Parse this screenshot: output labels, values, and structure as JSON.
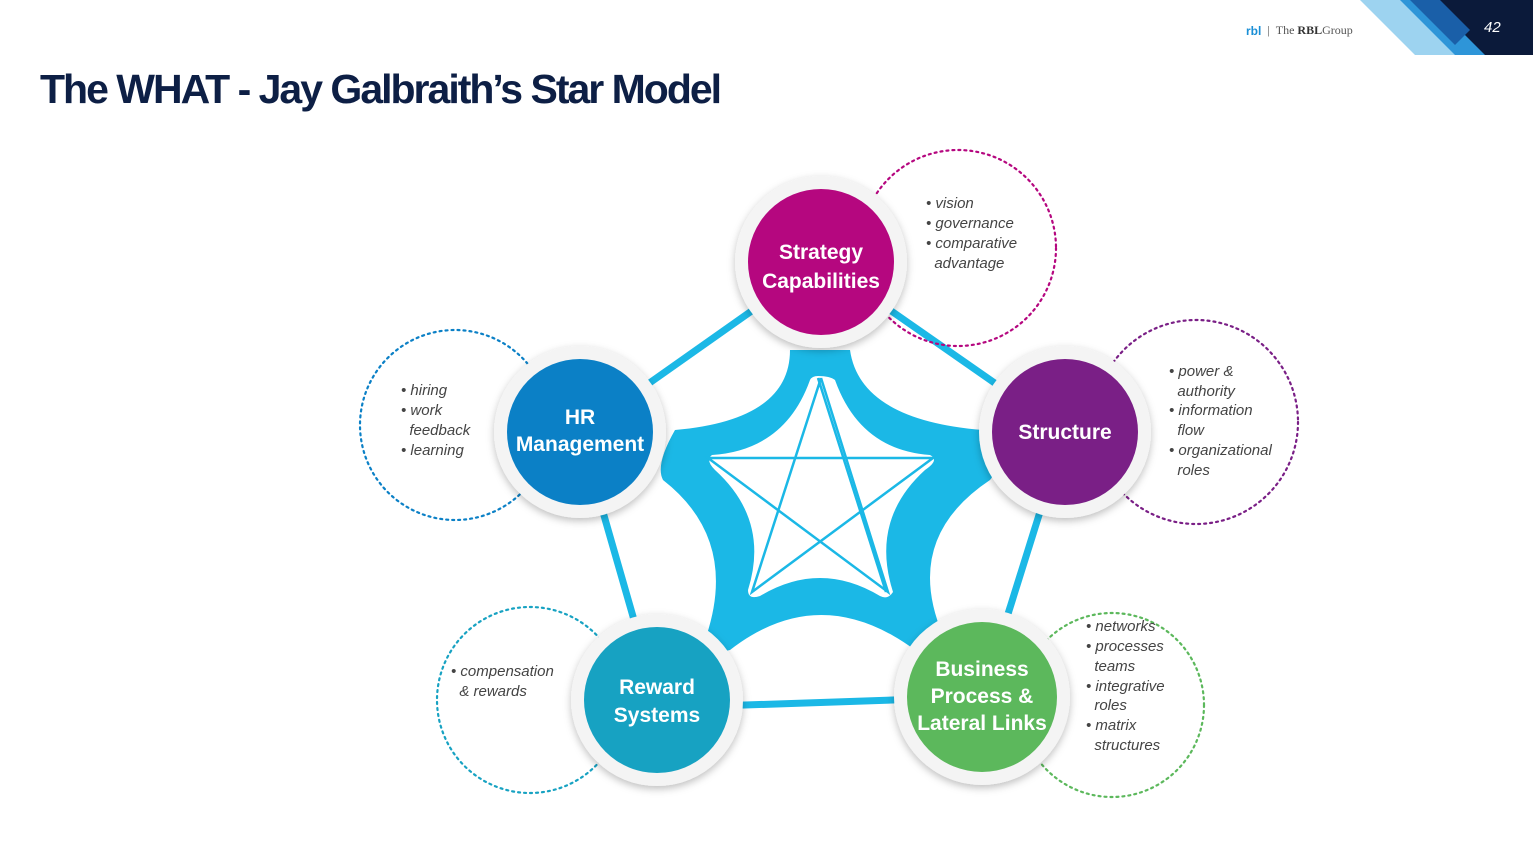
{
  "header": {
    "logo_text": "rbl",
    "brand_prefix": "The",
    "brand_bold": "RBL",
    "brand_suffix": "Group",
    "page_number": "42"
  },
  "title": "The WHAT - Jay Galbraith’s Star Model",
  "colors": {
    "strategy": "#b5077f",
    "structure": "#7a1f86",
    "business": "#5cb85c",
    "reward": "#17a2c2",
    "hr": "#0b80c6",
    "connector": "#1bb8e6",
    "title": "#0d1f45"
  },
  "nodes": {
    "strategy": {
      "lines": [
        "Strategy",
        "Capabilities"
      ],
      "bullets": [
        "• vision",
        "• governance",
        "• comparative",
        "  advantage"
      ]
    },
    "structure": {
      "lines": [
        "Structure"
      ],
      "bullets": [
        "• power &",
        "  authority",
        "• information",
        "  flow",
        "• organizational",
        "  roles"
      ]
    },
    "business": {
      "lines": [
        "Business",
        "Process &",
        "Lateral Links"
      ],
      "bullets": [
        "• networks",
        "• processes",
        "  teams",
        "• integrative",
        "  roles",
        "• matrix",
        "  structures"
      ]
    },
    "reward": {
      "lines": [
        "Reward",
        "Systems"
      ],
      "bullets": [
        "• compensation",
        "  & rewards"
      ]
    },
    "hr": {
      "lines": [
        "HR",
        "Management"
      ],
      "bullets": [
        "• hiring",
        "• work",
        "  feedback",
        "• learning"
      ]
    }
  }
}
